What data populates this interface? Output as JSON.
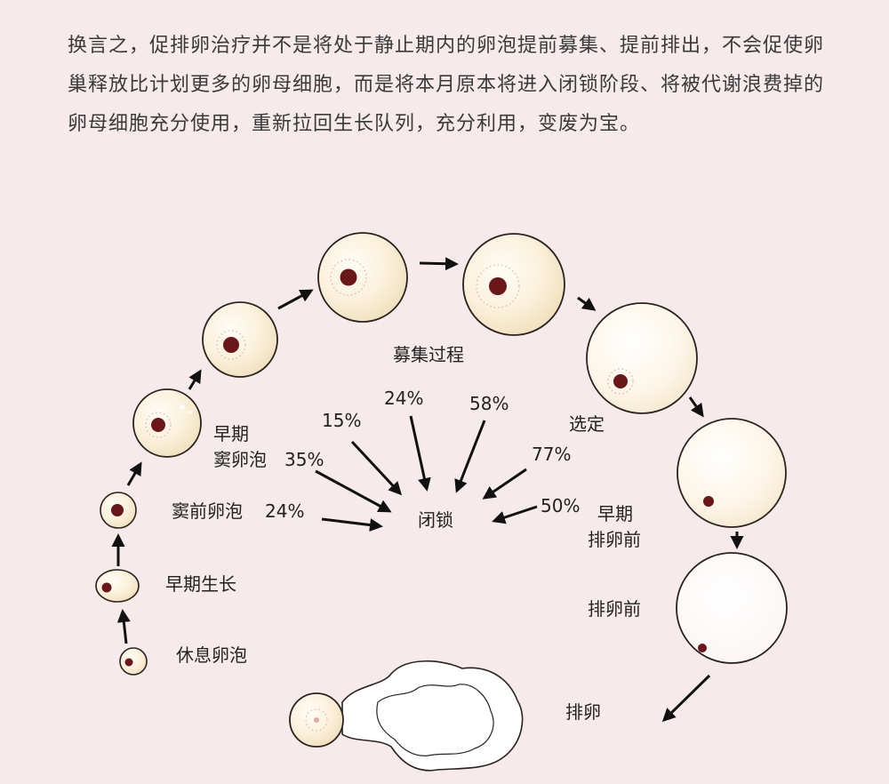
{
  "intro_text": "换言之，促排卵治疗并不是将处于静止期内的卵泡提前募集、提前排出，不会促使卵巢释放比计划更多的卵母细胞，而是将本月原本将进入闭锁阶段、将被代谢浪费掉的卵母细胞充分使用，重新拉回生长队列，充分利用，变废为宝。",
  "stages": {
    "resting": "休息卵泡",
    "early_growth": "早期生长",
    "preantral": "窦前卵泡",
    "early_antral_line1": "早期",
    "early_antral_line2": "窦卵泡",
    "recruitment": "募集过程",
    "selection": "选定",
    "early_preovulatory_line1": "早期",
    "early_preovulatory_line2": "排卵前",
    "preovulatory": "排卵前",
    "ovulation": "排卵"
  },
  "atresia": {
    "label": "闭锁",
    "rates": {
      "preantral": "24%",
      "early_antral": "35%",
      "recruit_1": "15%",
      "recruit_2": "24%",
      "recruit_3": "58%",
      "selection": "77%",
      "early_preovulatory": "50%"
    }
  },
  "colors": {
    "background": "#f6eaea",
    "follicle_fill": "#f8ecd0",
    "follicle_stroke": "#2a2420",
    "oocyte_nucleus": "#6b1618",
    "arrow": "#111111"
  }
}
